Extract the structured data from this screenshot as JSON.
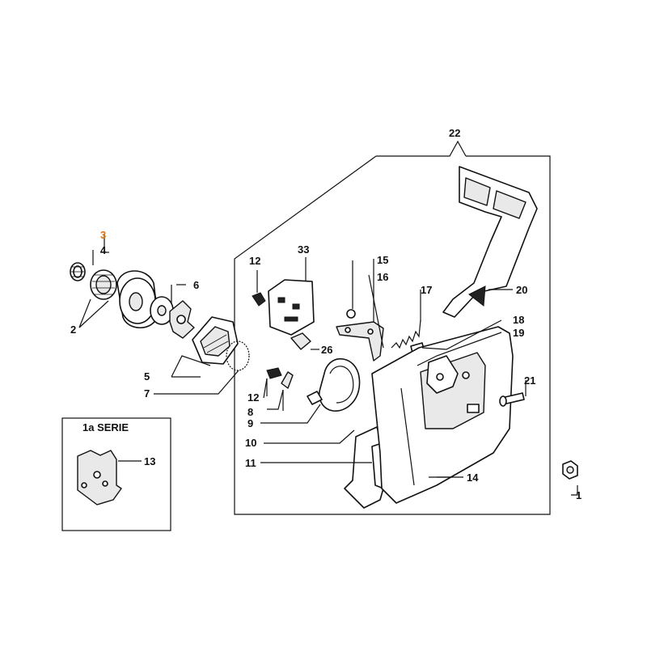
{
  "callouts": {
    "c1": "1",
    "c2": "2",
    "c3": "3",
    "c4": "4",
    "c5": "5",
    "c6": "6",
    "c7": "7",
    "c8": "8",
    "c9": "9",
    "c10": "10",
    "c11": "11",
    "c12a": "12",
    "c12b": "12",
    "c13": "13",
    "c14": "14",
    "c15": "15",
    "c16": "16",
    "c17": "17",
    "c18": "18",
    "c19": "19",
    "c20": "20",
    "c21": "21",
    "c22": "22",
    "c26": "26",
    "c33": "33"
  },
  "inset": {
    "title": "1a SERIE"
  },
  "colors": {
    "highlight": "#e07000",
    "line": "#111111"
  }
}
